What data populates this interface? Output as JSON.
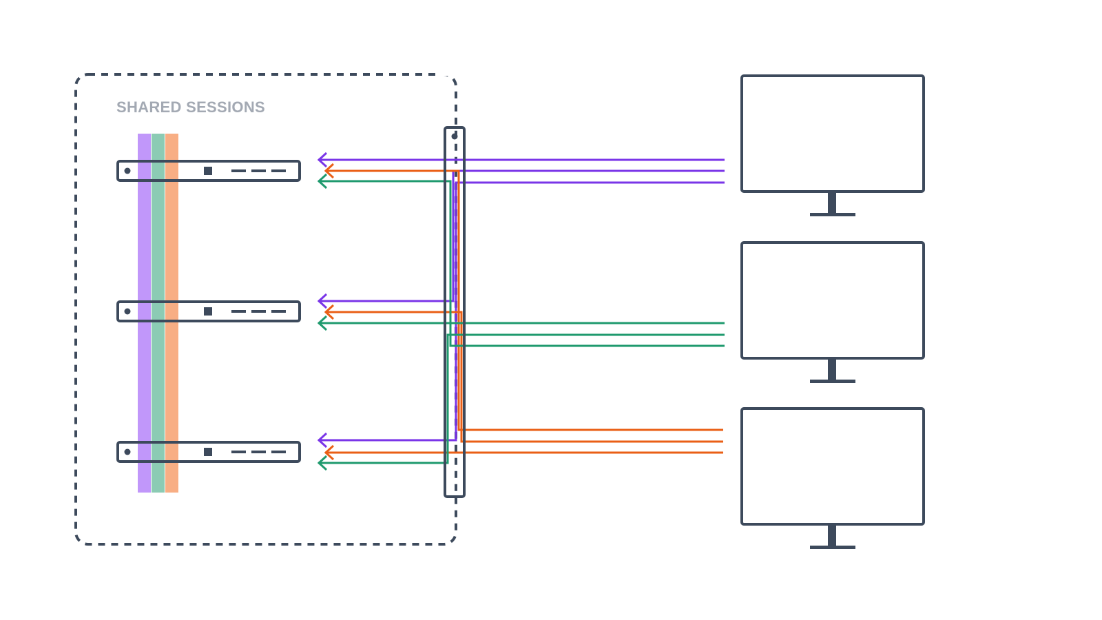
{
  "diagram": {
    "group_label": "SHARED SESSIONS",
    "colors": {
      "outline": "#3d4a5c",
      "label": "#a3a9b3",
      "purple": "#7a35e8",
      "purple_band": "#c197fa",
      "orange": "#ea5f16",
      "orange_band": "#f8ae84",
      "green": "#1f9a6e",
      "green_band": "#8ccbb4"
    },
    "nodes": {
      "servers": [
        "server-1",
        "server-2",
        "server-3"
      ],
      "load_balancer": "load-balancer",
      "clients": [
        "client-monitor-1",
        "client-monitor-2",
        "client-monitor-3"
      ]
    }
  }
}
